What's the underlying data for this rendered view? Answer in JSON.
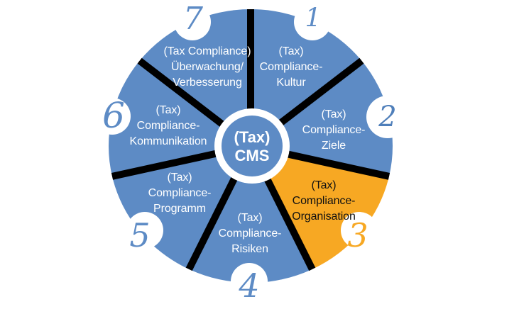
{
  "colors": {
    "background": "#ffffff",
    "blue": "#5d8bc5",
    "amber": "#f7a823",
    "numeral_blue": "#4f7fba",
    "divider": "#000000",
    "notch_white": "#ffffff",
    "label_on_blue": "#ffffff",
    "label_on_amber": "#111111",
    "hub_fill": "#5d8bc5",
    "hub_ring": "#ffffff",
    "hub_text": "#ffffff"
  },
  "hub": {
    "line1": "(Tax)",
    "line2": "CMS"
  },
  "segments": [
    {
      "number": "1",
      "lines": [
        "(Tax)",
        "Compliance-",
        "Kultur"
      ],
      "highlighted": false
    },
    {
      "number": "2",
      "lines": [
        "(Tax)",
        "Compliance-",
        "Ziele"
      ],
      "highlighted": false
    },
    {
      "number": "3",
      "lines": [
        "(Tax)",
        "Compliance-",
        "Organisation"
      ],
      "highlighted": true
    },
    {
      "number": "4",
      "lines": [
        "(Tax)",
        "Compliance-",
        "Risiken"
      ],
      "highlighted": false
    },
    {
      "number": "5",
      "lines": [
        "(Tax)",
        "Compliance-",
        "Programm"
      ],
      "highlighted": false
    },
    {
      "number": "6",
      "lines": [
        "(Tax)",
        "Compliance-",
        "Kommunikation"
      ],
      "highlighted": false
    },
    {
      "number": "7",
      "lines": [
        "(Tax Compliance)",
        "Überwachung/",
        "Verbesserung"
      ],
      "highlighted": false
    }
  ]
}
